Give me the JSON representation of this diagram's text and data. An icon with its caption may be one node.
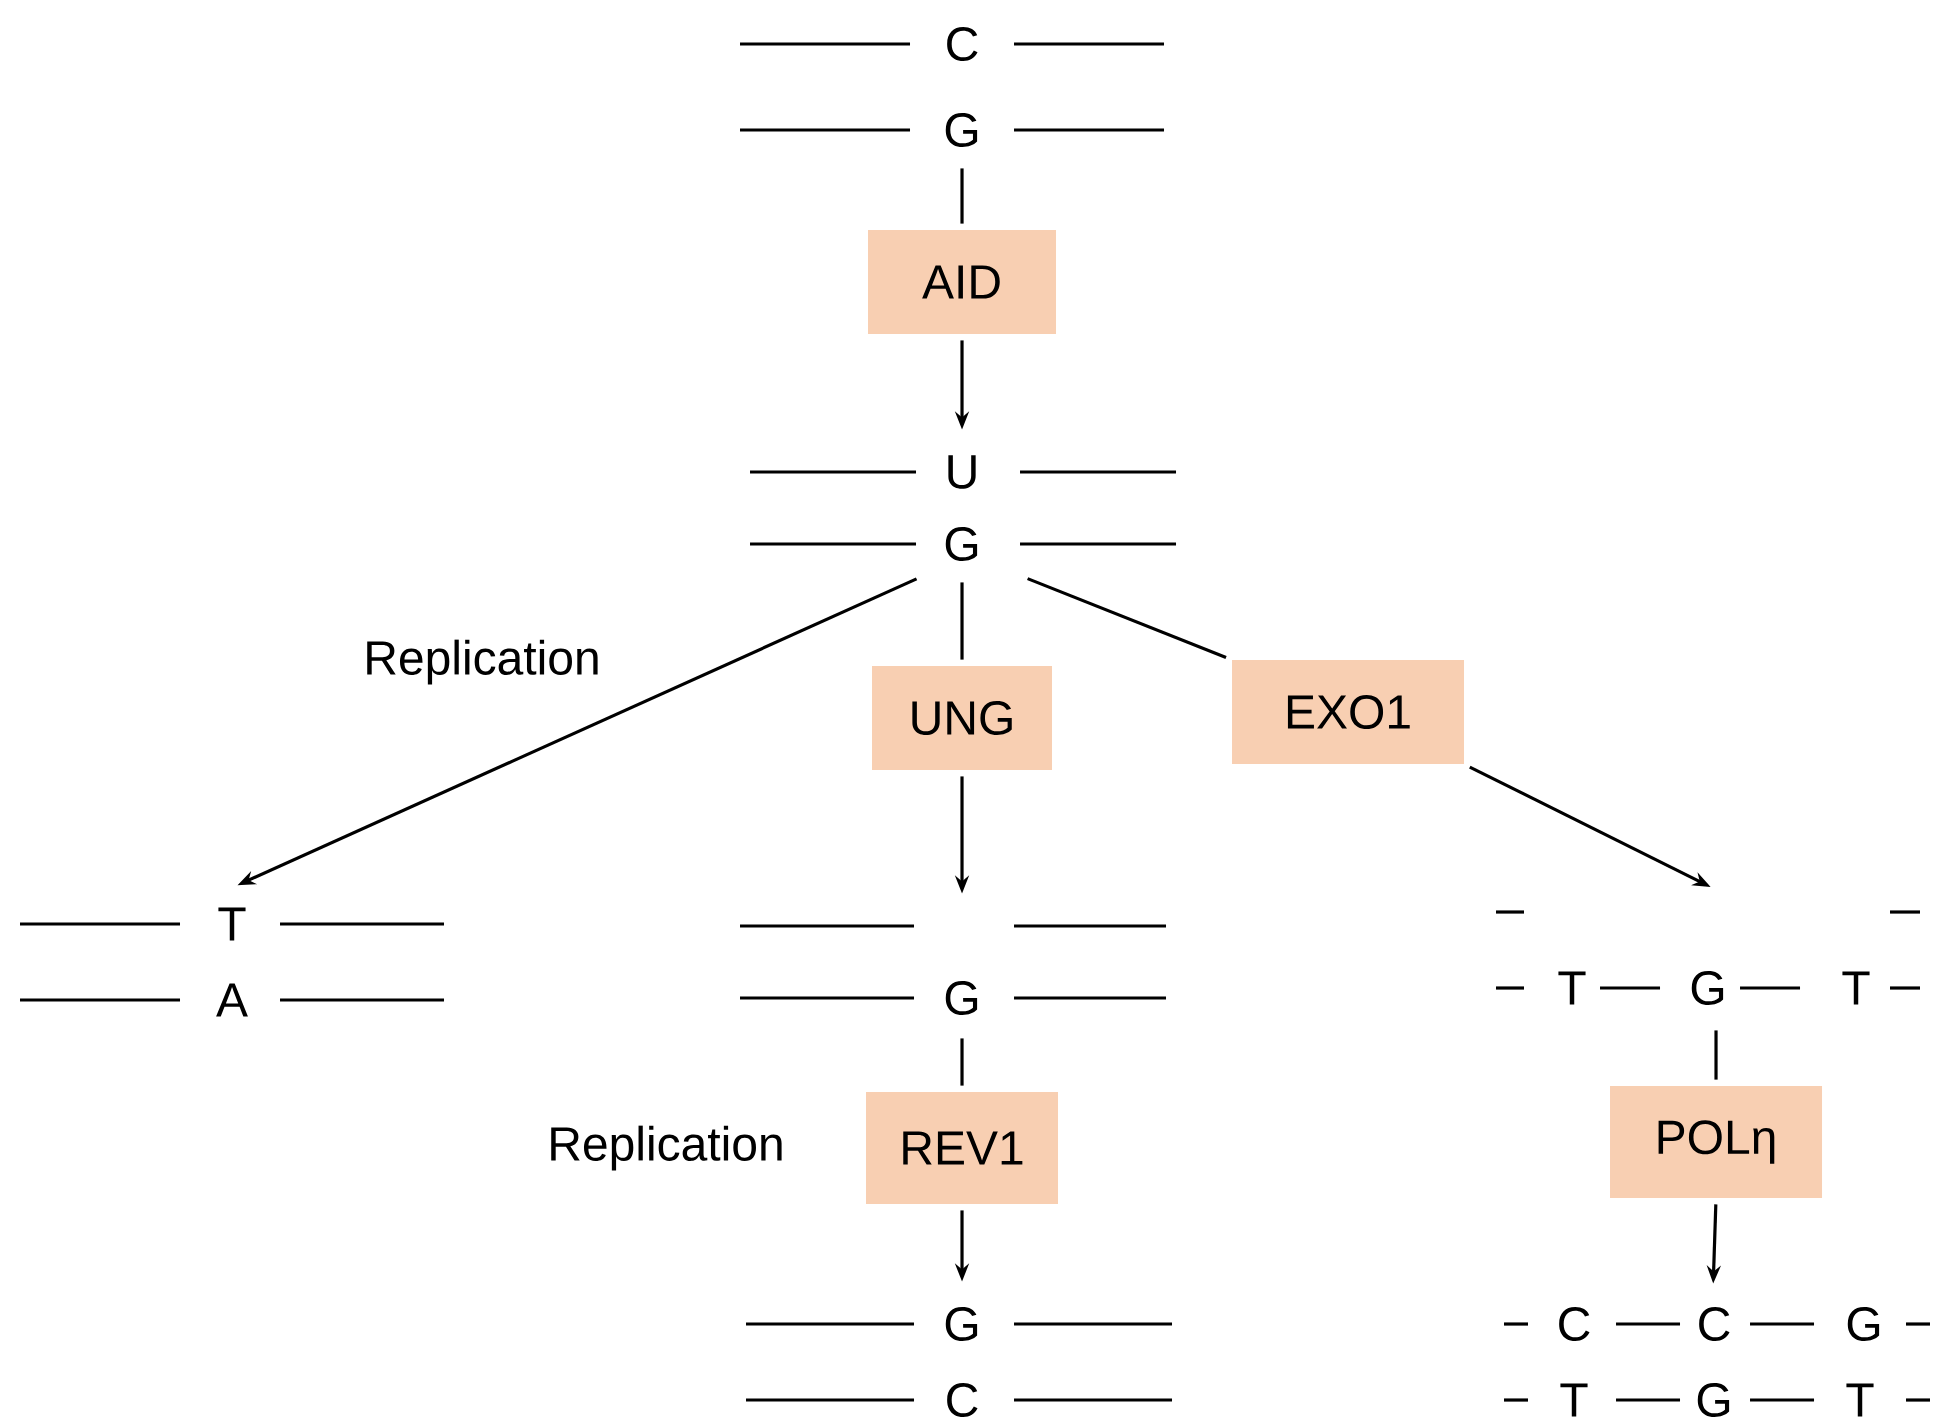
{
  "diagram": {
    "nodes": [
      {
        "text": [
          "C",
          "G"
        ]
      },
      {
        "text": [
          "AID"
        ]
      },
      {
        "text": [
          "U",
          "G"
        ]
      },
      {
        "text": [
          "UNG"
        ]
      },
      {
        "text": [
          "EXO1"
        ]
      },
      {
        "text": [
          "T",
          "A"
        ]
      },
      {
        "text": [
          "G"
        ]
      },
      {
        "text": [
          "REV1"
        ],
        "beside": [
          "Replication"
        ]
      },
      {
        "text": [
          "T",
          "G",
          "T"
        ]
      },
      {
        "text": [
          "POLη"
        ]
      },
      {
        "text": [
          "G",
          "C"
        ]
      },
      {
        "text": [
          "C",
          "C",
          "G",
          "T",
          "G",
          "T"
        ]
      }
    ],
    "edges": [
      {
        "from": 0,
        "to": 1,
        "arrow": "none"
      },
      {
        "from": 1,
        "to": 2,
        "arrow": "to"
      },
      {
        "from": 2,
        "to": 5,
        "arrow": "to",
        "label": "Replication"
      },
      {
        "from": 2,
        "to": 3,
        "arrow": "none"
      },
      {
        "from": 3,
        "to": 6,
        "arrow": "to"
      },
      {
        "from": 2,
        "to": 4,
        "arrow": "none"
      },
      {
        "from": 4,
        "to": 8,
        "arrow": "to"
      },
      {
        "from": 6,
        "to": 7,
        "arrow": "none"
      },
      {
        "from": 7,
        "to": 10,
        "arrow": "to"
      },
      {
        "from": 8,
        "to": 9,
        "arrow": "none"
      },
      {
        "from": 9,
        "to": 11,
        "arrow": "to"
      }
    ]
  }
}
